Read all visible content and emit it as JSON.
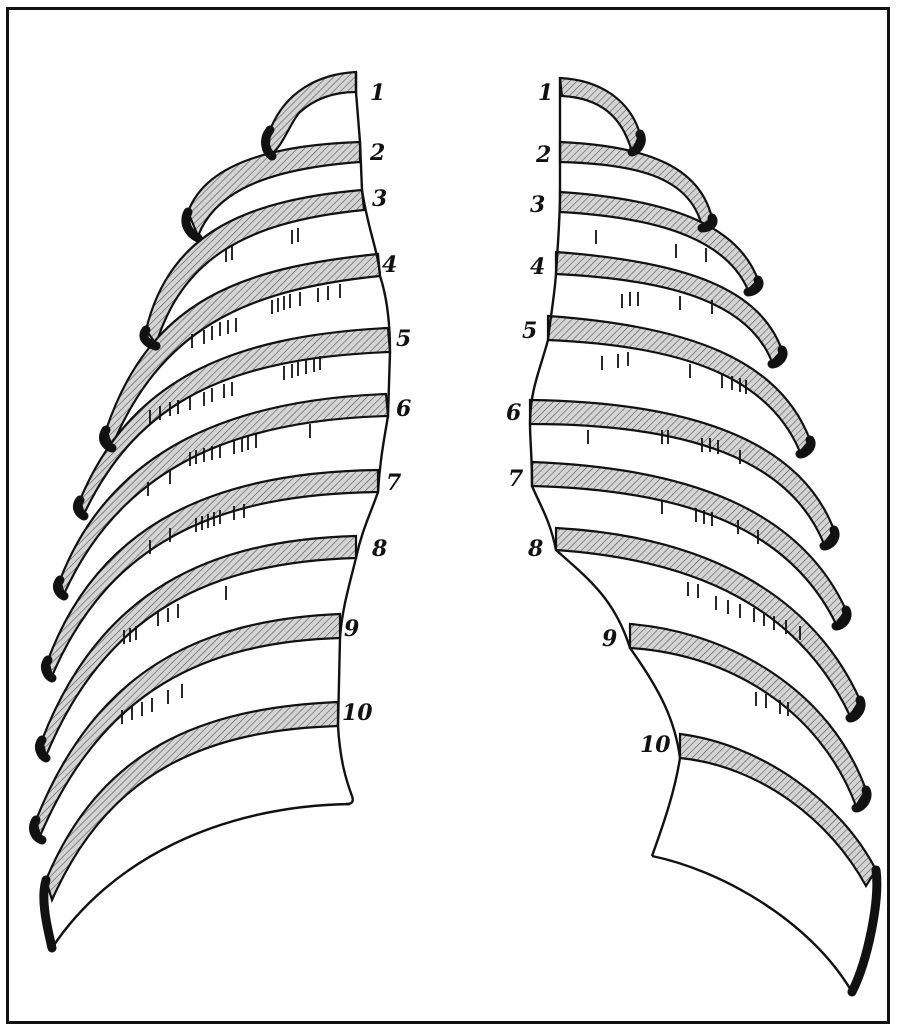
{
  "colors": {
    "ink": "#111111",
    "rib_fill": "#b9b9b9",
    "background": "#ffffff"
  },
  "left_rib_labels": [
    "1",
    "2",
    "3",
    "4",
    "5",
    "6",
    "7",
    "8",
    "9",
    "10"
  ],
  "right_rib_labels": [
    "1",
    "2",
    "3",
    "4",
    "5",
    "6",
    "7",
    "8",
    "9",
    "10"
  ]
}
